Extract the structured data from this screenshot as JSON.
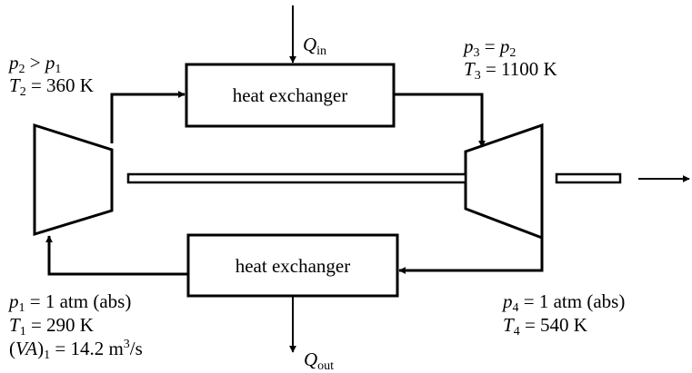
{
  "heat_exchanger_top": {
    "label": "heat exchanger"
  },
  "heat_exchanger_bottom": {
    "label": "heat exchanger"
  },
  "heat_in": {
    "symbol": "Q",
    "subscript": "in"
  },
  "heat_out": {
    "symbol": "Q",
    "subscript": "out"
  },
  "state2": {
    "pressure": {
      "lhs": "p",
      "lhs_sub": "2",
      "op": " > ",
      "rhs": "p",
      "rhs_sub": "1"
    },
    "temperature": {
      "sym": "T",
      "sub": "2",
      "value": " = 360 K"
    }
  },
  "state3": {
    "pressure": {
      "lhs": "p",
      "lhs_sub": "3",
      "op": " = ",
      "rhs": "p",
      "rhs_sub": "2"
    },
    "temperature": {
      "sym": "T",
      "sub": "3",
      "value": " = 1100 K"
    }
  },
  "state1": {
    "pressure": {
      "sym": "p",
      "sub": "1",
      "value": " = 1 atm (abs)"
    },
    "temperature": {
      "sym": "T",
      "sub": "1",
      "value": " = 290 K"
    },
    "flow": {
      "open": "(",
      "sym": "VA",
      "close": ")",
      "sub": "1",
      "value": " = 14.2 m",
      "exp": "3",
      "unit": "/s"
    }
  },
  "state4": {
    "pressure": {
      "sym": "p",
      "sub": "4",
      "value": " = 1 atm (abs)"
    },
    "temperature": {
      "sym": "T",
      "sub": "4",
      "value": " = 540 K"
    }
  }
}
